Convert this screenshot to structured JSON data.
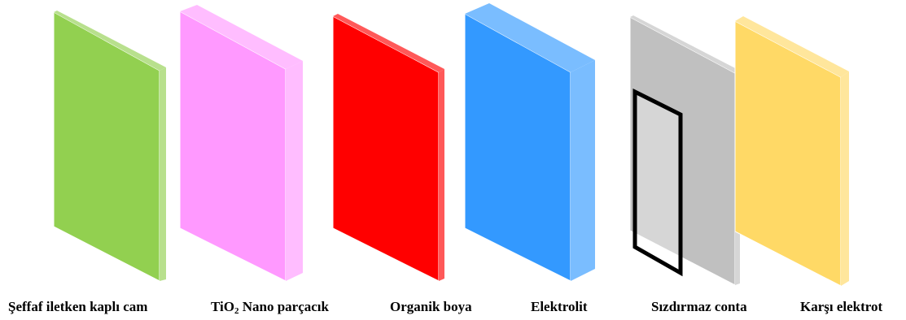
{
  "layers": [
    {
      "id": "glass",
      "label": "Şeffaf iletken kaplı cam",
      "color": "#92D050",
      "icon": "transparent-conductive-glass"
    },
    {
      "id": "tio2",
      "label_main": "TiO",
      "label_sub": "2",
      "label_rest": " Nano parçacık",
      "color": "#FF99FF",
      "icon": "tio2-nanoparticle-layer"
    },
    {
      "id": "dye",
      "label": "Organik  boya",
      "color": "#FF0000",
      "icon": "organic-dye-layer"
    },
    {
      "id": "electrolyte",
      "label": "Elektrolit",
      "color": "#3399FF",
      "icon": "electrolyte-layer"
    },
    {
      "id": "gasket",
      "label": "Sızdırmaz  conta",
      "color": "#C0C0C0",
      "frame_color": "#000000",
      "icon": "sealing-gasket"
    },
    {
      "id": "counter",
      "label": "Karşı elektrot",
      "color": "#FFD966",
      "icon": "counter-electrode"
    }
  ]
}
